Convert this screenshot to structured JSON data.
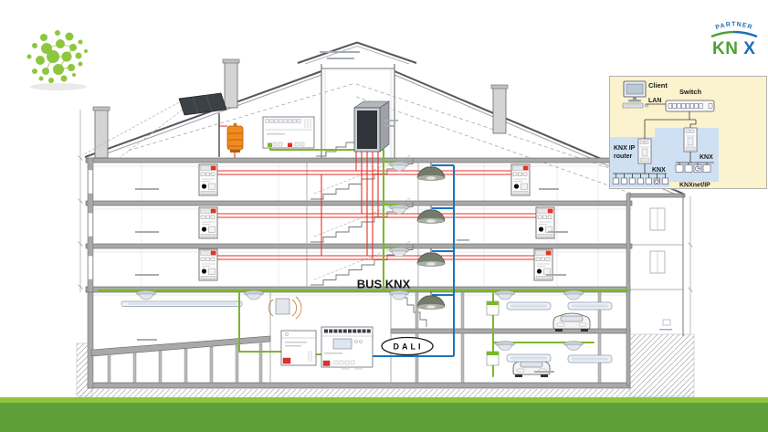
{
  "diagram": {
    "bus_label": "BUS KNX",
    "dali_label": "DALI"
  },
  "inset": {
    "client": "Client",
    "switch": "Switch",
    "lan": "LAN",
    "router_line1": "KNX IP",
    "router_line2": "router",
    "knx_left": "KNX",
    "knx_right": "KNX",
    "knxnet": "KNXnet/IP"
  },
  "partner_logo": {
    "partner": "PARTNER",
    "kn": "KN",
    "x": "X"
  },
  "icons": {
    "presence-detector": "ceiling-dome",
    "pendant-light": "bell-luminaire",
    "fluorescent-light": "tube-luminaire",
    "client-computer": "monitor-and-keyboard",
    "network-switch": "port-row-box",
    "din-device": "din-rail-module",
    "rack-cabinet": "3d-cabinet",
    "car": "car-front-view",
    "solar-sensor": "weather-panel",
    "outdoor-lantern": "orange-lantern",
    "wireless-module": "box-with-arcs",
    "sphere-logo": "green-dot-cluster"
  },
  "colors": {
    "bus_green": "#7ab829",
    "dali_blue": "#1e73b8",
    "wire_red": "#e53125",
    "footer_green": "#5f9f3a",
    "footer_stripe": "#8fc43e",
    "inset_bg": "#faf3cd",
    "inset_panel": "#cfe0f2",
    "knx_green": "#4ea033",
    "knx_blue": "#1c6fb5",
    "sphere_green": "#8dc63f"
  }
}
